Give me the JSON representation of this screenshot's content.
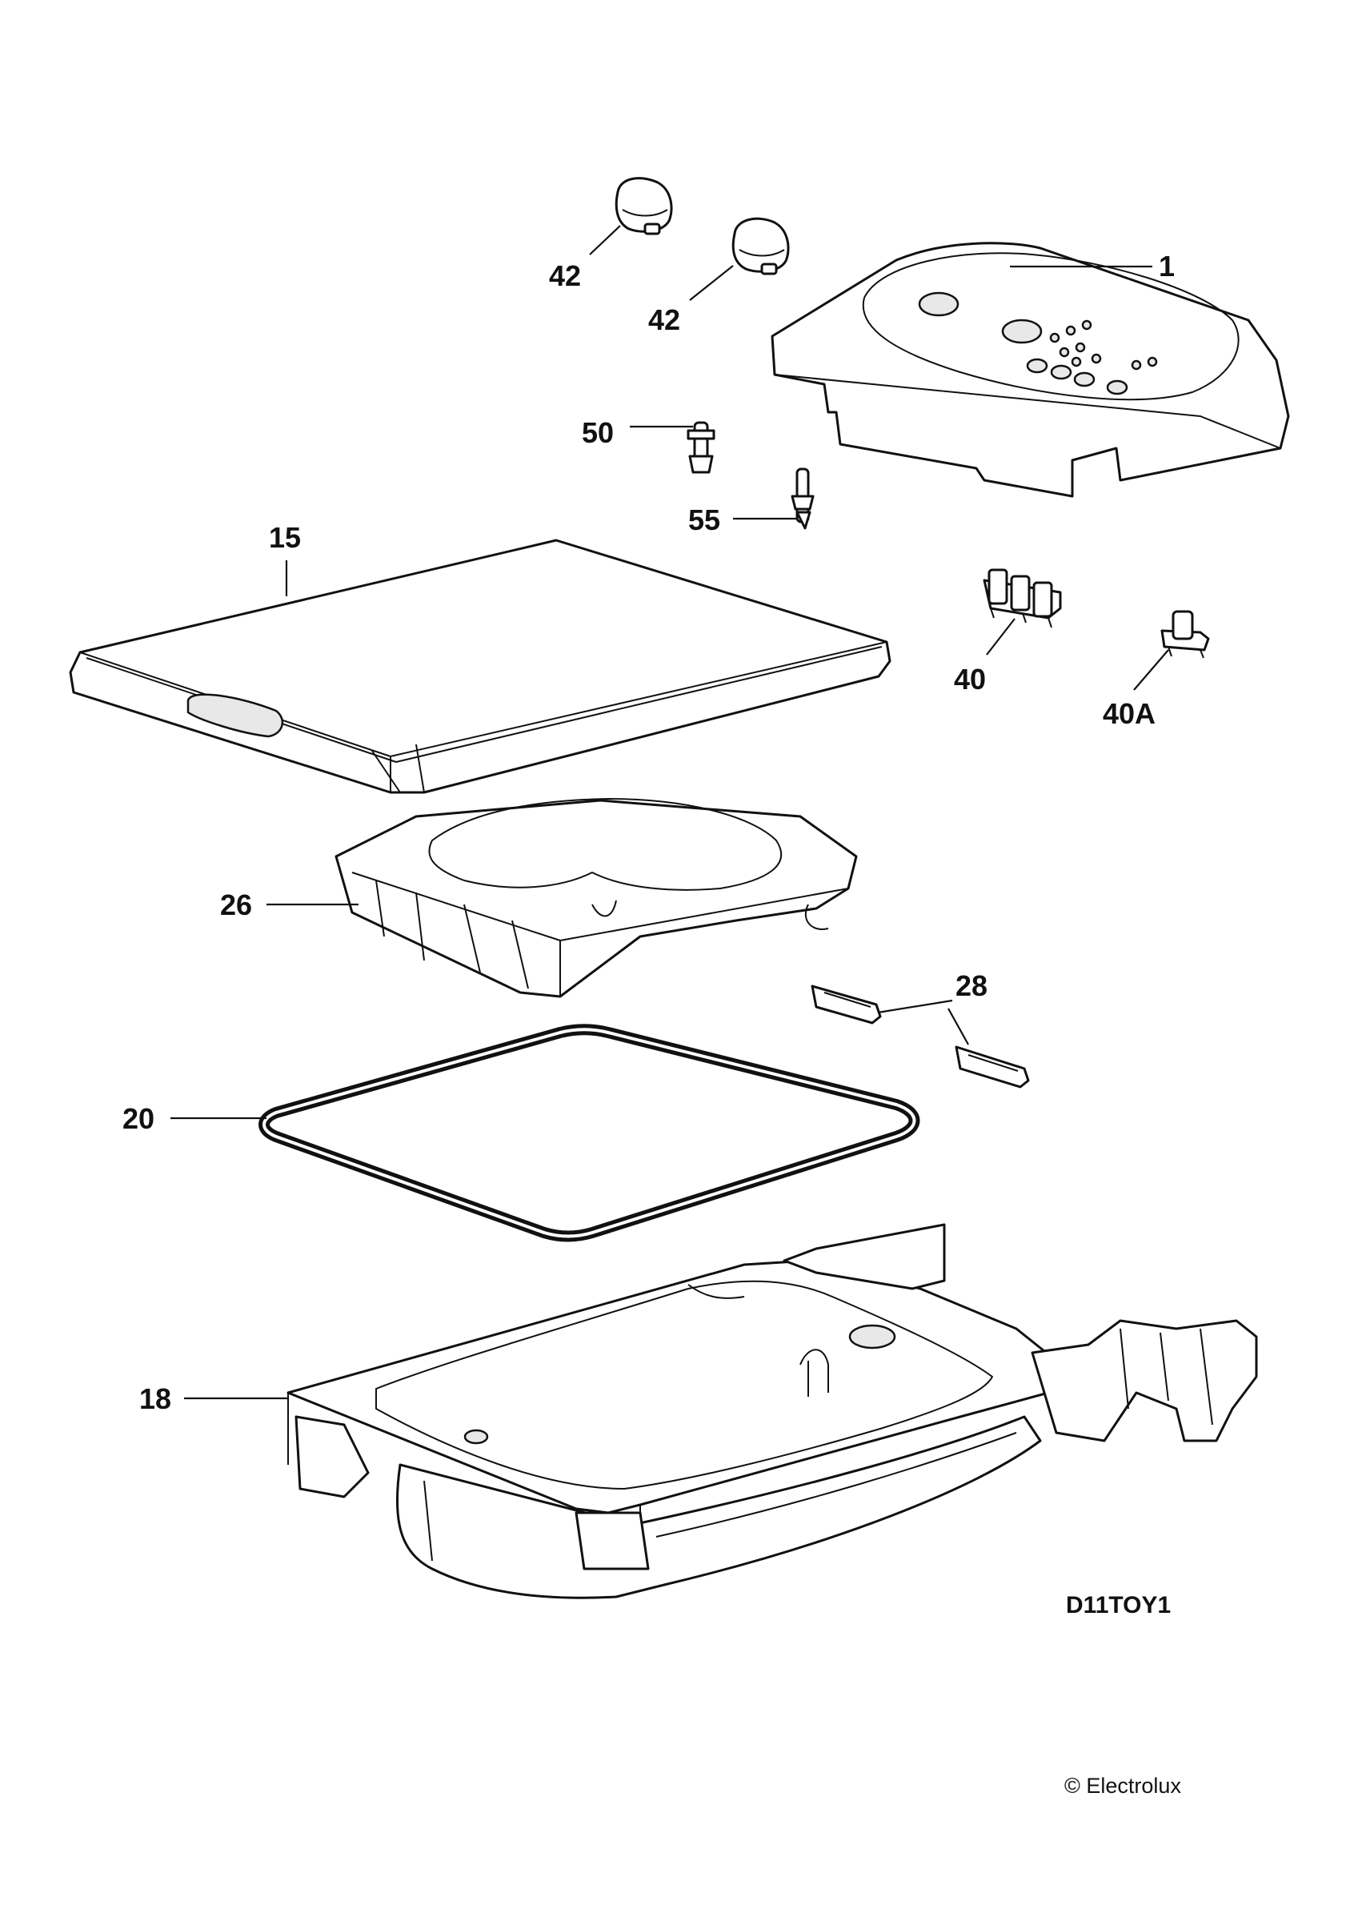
{
  "diagram": {
    "callouts": {
      "c1": "1",
      "c42a": "42",
      "c42b": "42",
      "c50": "50",
      "c55": "55",
      "c15": "15",
      "c40": "40",
      "c40a": "40A",
      "c26": "26",
      "c28": "28",
      "c20": "20",
      "c18": "18"
    },
    "drawing_code": "D11TOY1",
    "copyright": "© Electrolux"
  },
  "colors": {
    "line": "#111111",
    "background": "#ffffff"
  }
}
